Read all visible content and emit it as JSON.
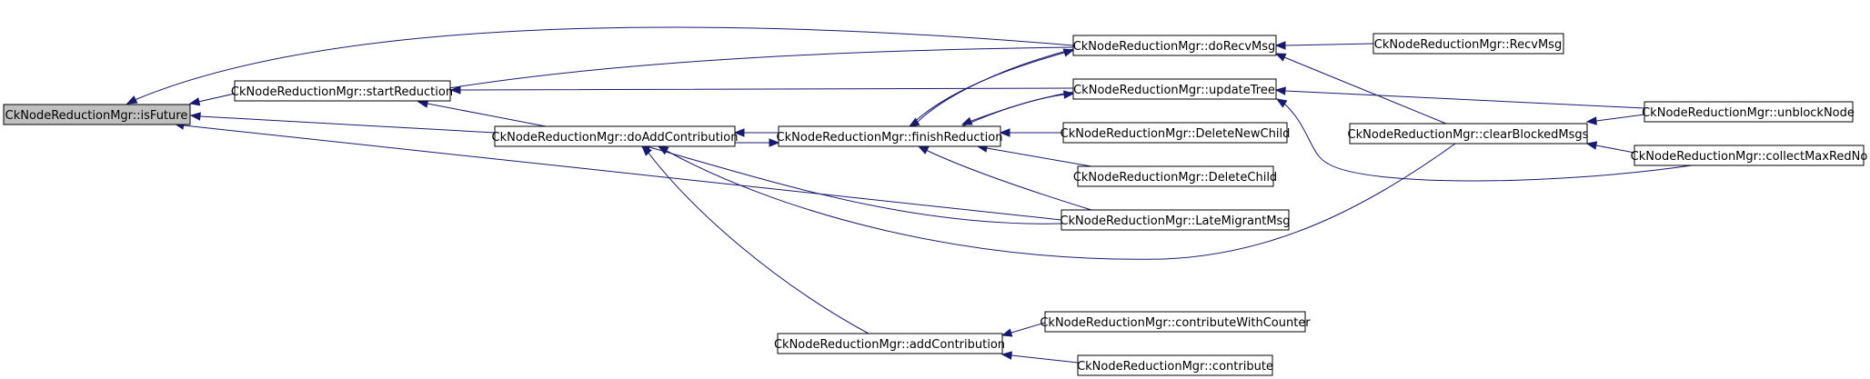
{
  "title": "",
  "colors": {
    "edge": "#191970",
    "root_fill": "#bfbfbf",
    "node_fill": "#ffffff",
    "node_border": "#000000"
  },
  "nodes": {
    "isFuture": "CkNodeReductionMgr::isFuture",
    "startReduction": "CkNodeReductionMgr::startReduction",
    "doAddContribution": "CkNodeReductionMgr::doAddContribution",
    "finishReduction": "CkNodeReductionMgr::finishReduction",
    "doRecvMsg": "CkNodeReductionMgr::doRecvMsg",
    "updateTree": "CkNodeReductionMgr::updateTree",
    "DeleteNewChild": "CkNodeReductionMgr::DeleteNewChild",
    "DeleteChild": "CkNodeReductionMgr::DeleteChild",
    "LateMigrantMsg": "CkNodeReductionMgr::LateMigrantMsg",
    "RecvMsg": "CkNodeReductionMgr::RecvMsg",
    "clearBlockedMsgs": "CkNodeReductionMgr::clearBlockedMsgs",
    "unblockNode": "CkNodeReductionMgr::unblockNode",
    "collectMaxRedNo": "CkNodeReductionMgr::collectMaxRedNo",
    "addContribution": "CkNodeReductionMgr::addContribution",
    "contributeWithCounter": "CkNodeReductionMgr::contributeWithCounter",
    "contribute": "CkNodeReductionMgr::contribute"
  },
  "edges": [
    {
      "from": "startReduction",
      "to": "isFuture"
    },
    {
      "from": "doAddContribution",
      "to": "isFuture"
    },
    {
      "from": "doRecvMsg",
      "to": "isFuture"
    },
    {
      "from": "LateMigrantMsg",
      "to": "isFuture"
    },
    {
      "from": "doRecvMsg",
      "to": "startReduction"
    },
    {
      "from": "updateTree",
      "to": "startReduction"
    },
    {
      "from": "doAddContribution",
      "to": "startReduction"
    },
    {
      "from": "finishReduction",
      "to": "doAddContribution"
    },
    {
      "from": "LateMigrantMsg",
      "to": "doAddContribution"
    },
    {
      "from": "addContribution",
      "to": "doAddContribution"
    },
    {
      "from": "clearBlockedMsgs",
      "to": "doAddContribution"
    },
    {
      "from": "doAddContribution",
      "to": "finishReduction"
    },
    {
      "from": "doRecvMsg",
      "to": "finishReduction"
    },
    {
      "from": "updateTree",
      "to": "finishReduction"
    },
    {
      "from": "DeleteNewChild",
      "to": "finishReduction"
    },
    {
      "from": "DeleteChild",
      "to": "finishReduction"
    },
    {
      "from": "LateMigrantMsg",
      "to": "finishReduction"
    },
    {
      "from": "finishReduction",
      "to": "doRecvMsg"
    },
    {
      "from": "RecvMsg",
      "to": "doRecvMsg"
    },
    {
      "from": "clearBlockedMsgs",
      "to": "doRecvMsg"
    },
    {
      "from": "finishReduction",
      "to": "updateTree"
    },
    {
      "from": "unblockNode",
      "to": "updateTree"
    },
    {
      "from": "collectMaxRedNo",
      "to": "updateTree"
    },
    {
      "from": "unblockNode",
      "to": "clearBlockedMsgs"
    },
    {
      "from": "collectMaxRedNo",
      "to": "clearBlockedMsgs"
    },
    {
      "from": "contributeWithCounter",
      "to": "addContribution"
    },
    {
      "from": "contribute",
      "to": "addContribution"
    }
  ]
}
